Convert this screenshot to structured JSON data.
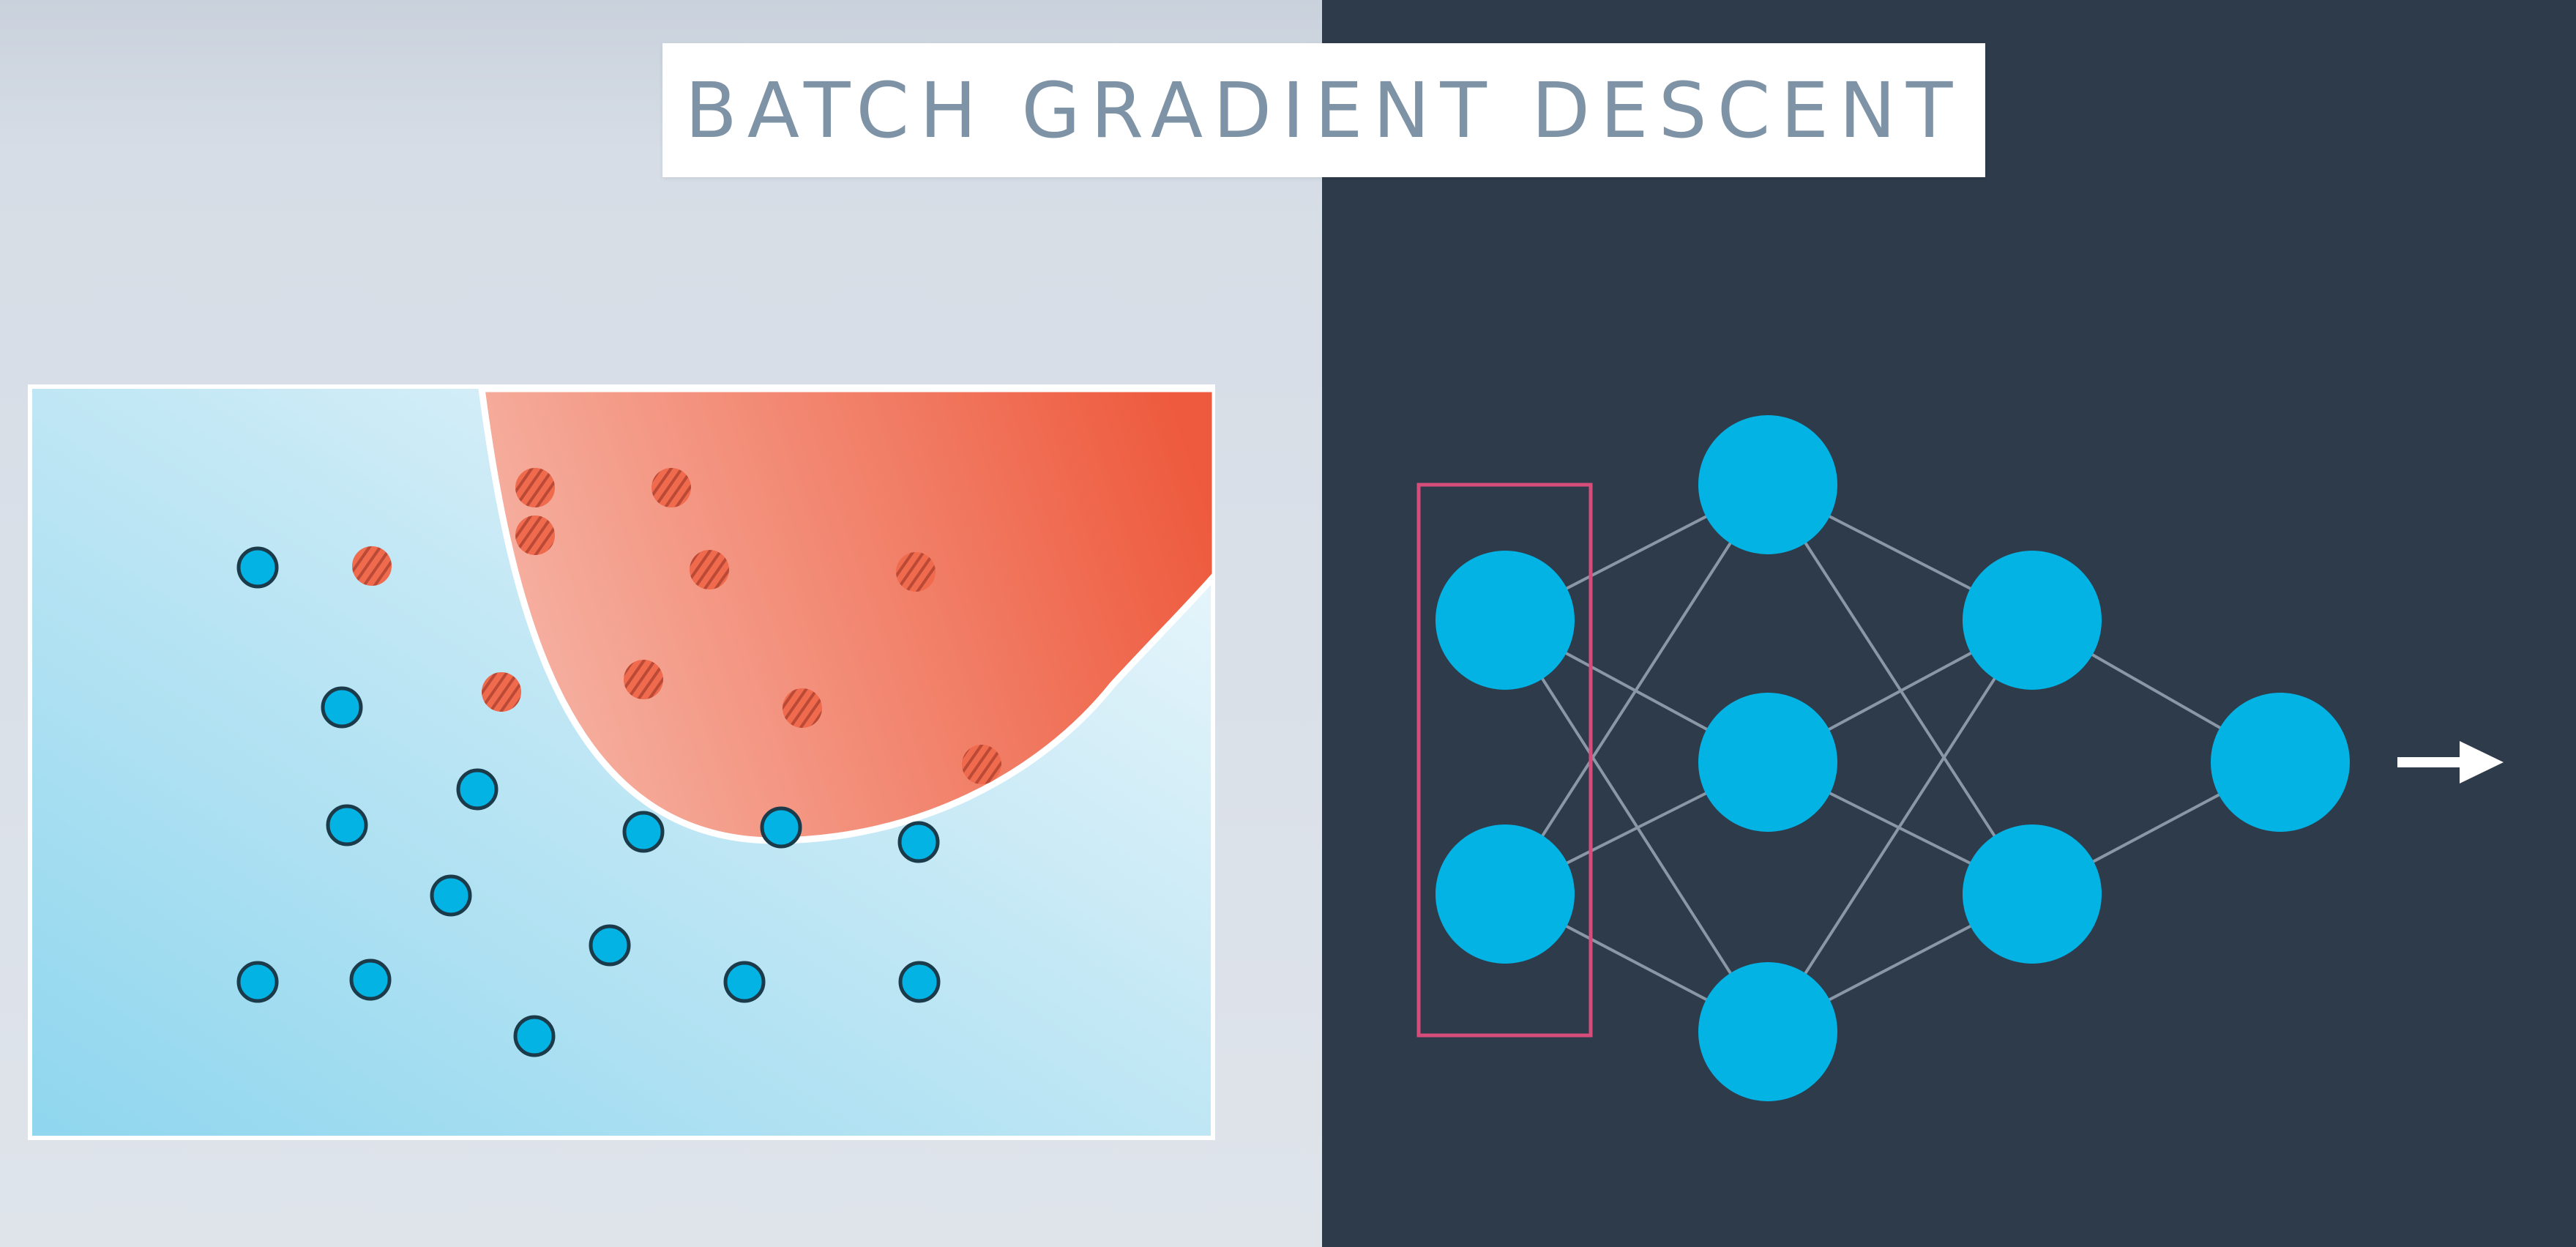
{
  "title": "BATCH GRADIENT DESCENT",
  "colors": {
    "left_background": "#dfe4eb",
    "right_background": "#2e3b4b",
    "title_text": "#7f93a6",
    "blue_region": "#a9def0",
    "red_region": "#ef6a4f",
    "blue_point": "#02b3e4",
    "red_point": "#f06a4d",
    "nn_node": "#02b3e4",
    "nn_edge": "#8a97a6",
    "input_highlight": "#d64c7a",
    "arrow": "#ffffff"
  },
  "plot": {
    "blue_points_count": 14,
    "red_points_count": 10
  },
  "network": {
    "layers": [
      2,
      3,
      2,
      1
    ],
    "input_layer_highlighted": true,
    "output_arrow": "right-arrow"
  }
}
